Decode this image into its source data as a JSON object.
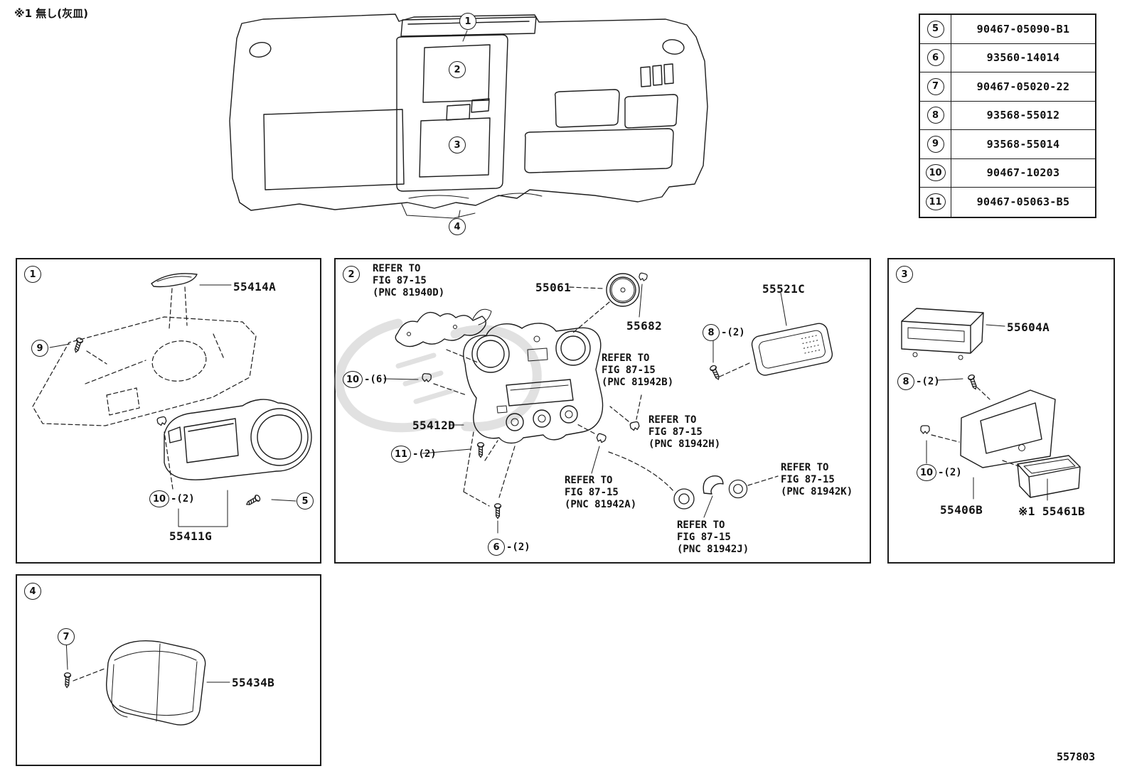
{
  "page": {
    "top_note": "※1 無し(灰皿)",
    "figure_number": "557803"
  },
  "overview": {
    "callouts": {
      "c1": "1",
      "c2": "2",
      "c3": "3",
      "c4": "4"
    }
  },
  "parts_table": {
    "rows": [
      {
        "ref": "5",
        "part_number": "90467-05090-B1"
      },
      {
        "ref": "6",
        "part_number": "93560-14014"
      },
      {
        "ref": "7",
        "part_number": "90467-05020-22"
      },
      {
        "ref": "8",
        "part_number": "93568-55012"
      },
      {
        "ref": "9",
        "part_number": "93568-55014"
      },
      {
        "ref": "10",
        "part_number": "90467-10203"
      },
      {
        "ref": "11",
        "part_number": "90467-05063-B5"
      }
    ]
  },
  "section1": {
    "box_callout": "1",
    "labels": {
      "bezel": "55414A",
      "cluster_finish": "55411G"
    },
    "callouts": {
      "c9": {
        "num": "9"
      },
      "c10": {
        "num": "10",
        "qty": "-(2)"
      },
      "c5": {
        "num": "5"
      }
    }
  },
  "section2": {
    "box_callout": "2",
    "labels": {
      "register": "55061",
      "clip": "55682",
      "panel_upper": "55521C",
      "panel_center": "55412D"
    },
    "callouts": {
      "c8": {
        "num": "8",
        "qty": "-(2)"
      },
      "c10": {
        "num": "10",
        "qty": "-(6)"
      },
      "c11": {
        "num": "11",
        "qty": "-(2)"
      },
      "c6": {
        "num": "6",
        "qty": "-(2)"
      }
    },
    "refer_notes": {
      "n81940d": {
        "l1": "REFER TO",
        "l2": "FIG 87-15",
        "l3": "(PNC 81940D)"
      },
      "n81942b": {
        "l1": "REFER TO",
        "l2": "FIG 87-15",
        "l3": "(PNC 81942B)"
      },
      "n81942h": {
        "l1": "REFER TO",
        "l2": "FIG 87-15",
        "l3": "(PNC 81942H)"
      },
      "n81942a": {
        "l1": "REFER TO",
        "l2": "FIG 87-15",
        "l3": "(PNC 81942A)"
      },
      "n81942k": {
        "l1": "REFER TO",
        "l2": "FIG 87-15",
        "l3": "(PNC 81942K)"
      },
      "n81942j": {
        "l1": "REFER TO",
        "l2": "FIG 87-15",
        "l3": "(PNC 81942J)"
      }
    }
  },
  "section3": {
    "box_callout": "3",
    "labels": {
      "radio_box": "55604A",
      "bezel": "55406B",
      "ashtray": "※1 55461B"
    },
    "callouts": {
      "c8": {
        "num": "8",
        "qty": "-(2)"
      },
      "c10": {
        "num": "10",
        "qty": "-(2)"
      }
    }
  },
  "section4": {
    "box_callout": "4",
    "labels": {
      "cover": "55434B"
    },
    "callouts": {
      "c7": {
        "num": "7"
      }
    }
  }
}
